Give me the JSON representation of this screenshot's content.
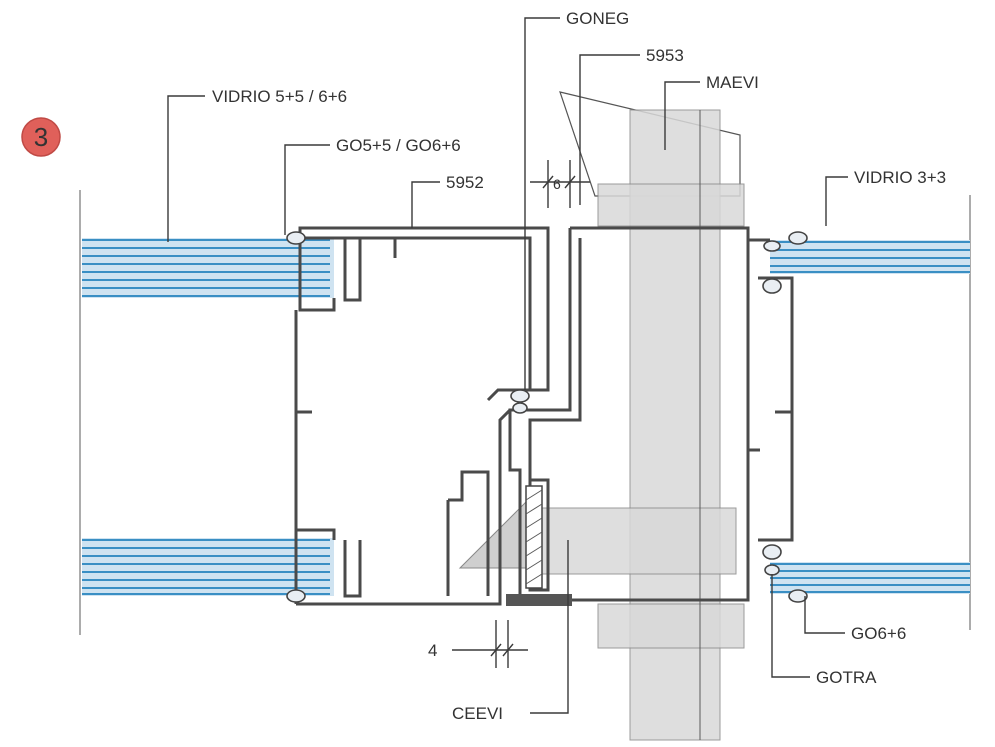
{
  "badge": {
    "number": "3",
    "color": "#e0605a"
  },
  "colors": {
    "glass": "#3a8fc4",
    "profile": "#4a4a4a",
    "mullion": "#d9d9d9"
  },
  "labels": {
    "vidrio_left": "VIDRIO 5+5 / 6+6",
    "go_left": "GO5+5 / GO6+6",
    "profile_5952": "5952",
    "goneg": "GONEG",
    "profile_5953": "5953",
    "maevi": "MAEVI",
    "dim_6": "6",
    "vidrio_right": "VIDRIO 3+3",
    "go_right": "GO6+6",
    "gotra": "GOTRA",
    "dim_4": "4",
    "ceevi": "CEEVI"
  }
}
